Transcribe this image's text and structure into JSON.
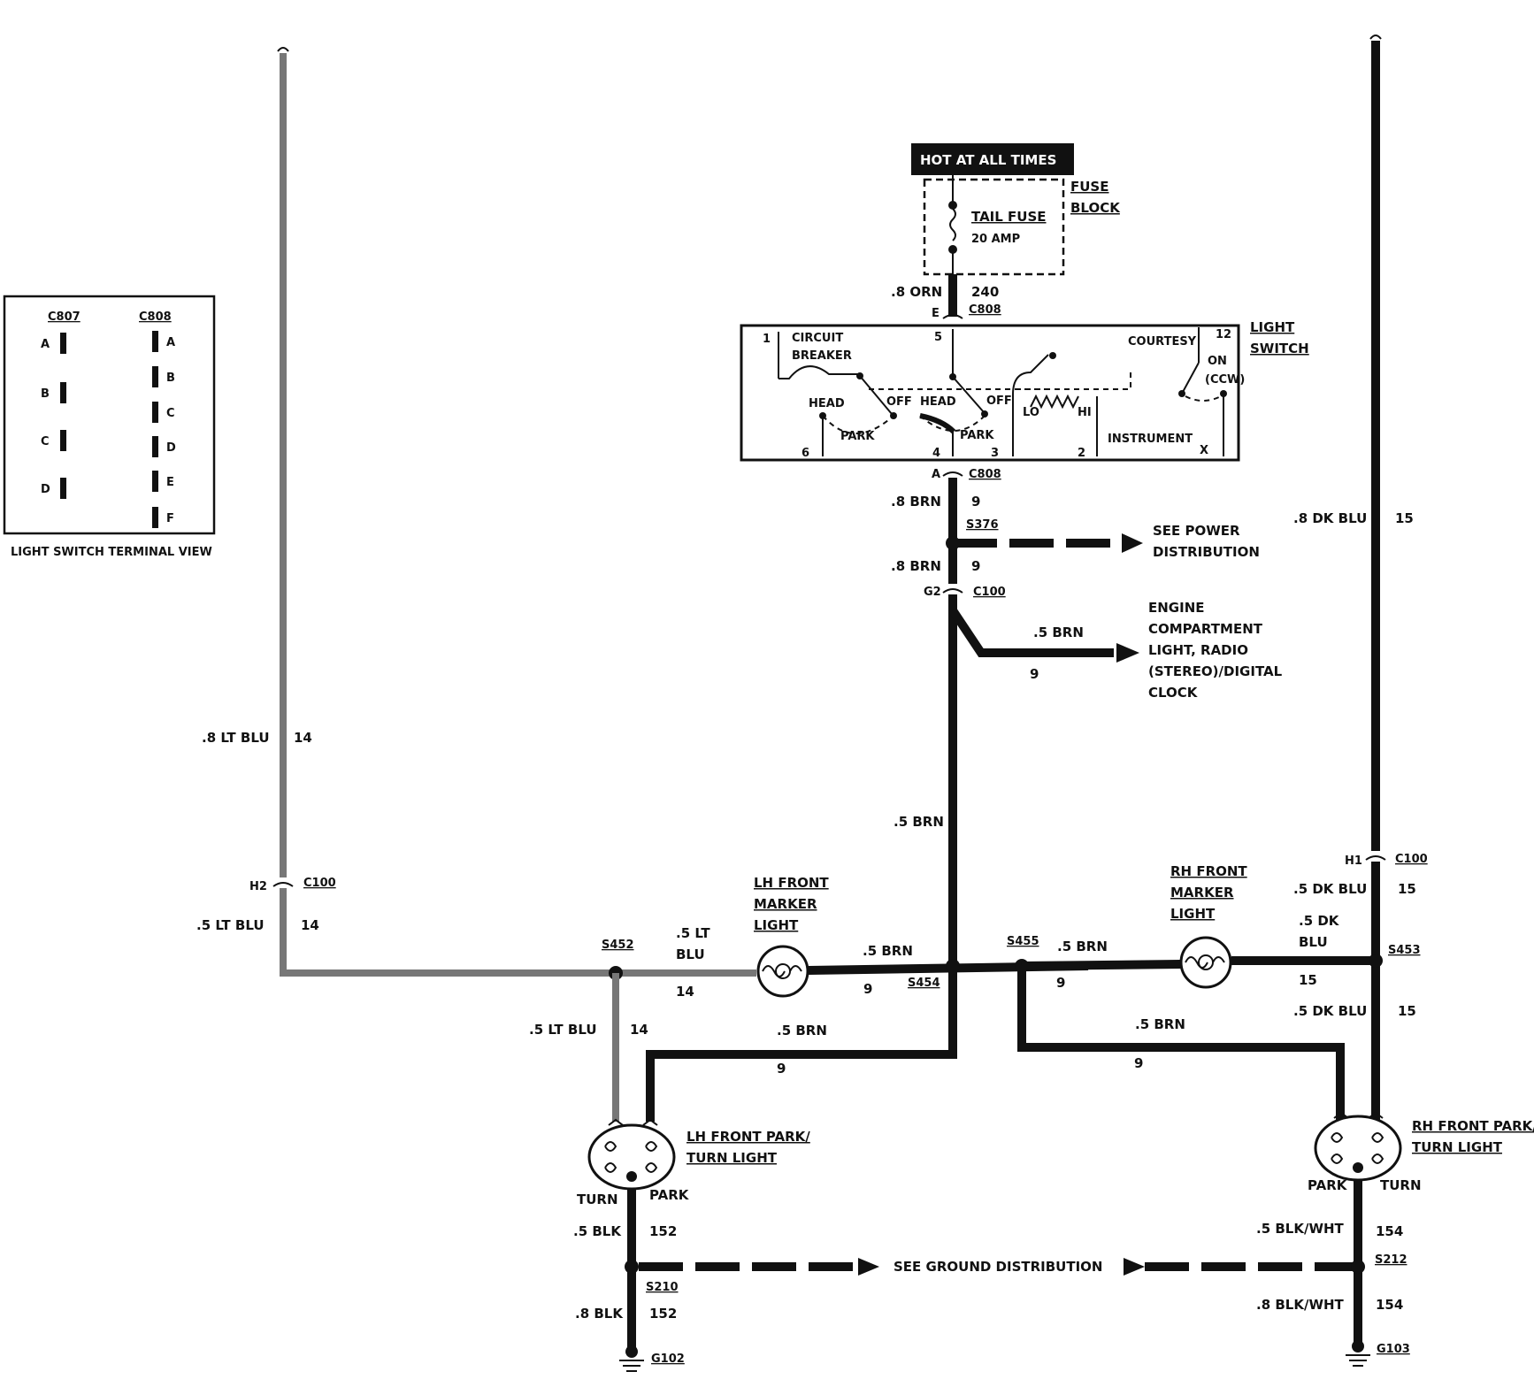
{
  "header": {
    "hot_at_all_times": "HOT AT ALL TIMES"
  },
  "fuse_block": {
    "title_line1": "FUSE",
    "title_line2": "BLOCK",
    "fuse_name": "TAIL FUSE",
    "fuse_rating": "20 AMP"
  },
  "light_switch": {
    "title_line1": "LIGHT",
    "title_line2": "SWITCH",
    "circuit_breaker_line1": "CIRCUIT",
    "circuit_breaker_line2": "BREAKER",
    "courtesy": "COURTESY",
    "on": "ON",
    "ccw": "(CCW)",
    "head_left": "HEAD",
    "off_left": "OFF",
    "head_mid": "HEAD",
    "off_mid": "OFF",
    "park_left": "PARK",
    "park_mid": "PARK",
    "lo": "LO",
    "hi": "HI",
    "instrument": "INSTRUMENT",
    "pin_1": "1",
    "pin_5": "5",
    "pin_12": "12",
    "pin_6": "6",
    "pin_4": "4",
    "pin_3": "3",
    "pin_2": "2",
    "pin_x": "X"
  },
  "terminal_view": {
    "c807": "C807",
    "c808": "C808",
    "c807_pins": [
      "A",
      "B",
      "C",
      "D"
    ],
    "c808_pins": [
      "A",
      "B",
      "C",
      "D",
      "E",
      "F"
    ],
    "caption": "LIGHT SWITCH TERMINAL VIEW"
  },
  "wires": {
    "w240_size": ".8 ORN",
    "w240_num": "240",
    "e_pin": "E",
    "c808_top": "C808",
    "a_pin": "A",
    "c808_bottom": "C808",
    "brn_a_size": ".8 BRN",
    "brn_a_num": "9",
    "s376": "S376",
    "see_power_line1": "SEE POWER",
    "see_power_line2": "DISTRIBUTION",
    "brn_b_size": ".8 BRN",
    "brn_b_num": "9",
    "g2_pin": "G2",
    "c100_center": "C100",
    "engine_size": ".5 BRN",
    "engine_num": "9",
    "engine_line1": "ENGINE",
    "engine_line2": "COMPARTMENT",
    "engine_line3": "LIGHT, RADIO",
    "engine_line4": "(STEREO)/DIGITAL",
    "engine_line5": "CLOCK",
    "center_brn_size": ".5 BRN",
    "lt_blu_upper_size": ".8 LT BLU",
    "lt_blu_upper_num": "14",
    "h2_pin": "H2",
    "c100_left": "C100",
    "lt_blu_lower_size": ".5 LT BLU",
    "lt_blu_lower_num": "14",
    "dk_blu_upper_size": ".8 DK BLU",
    "dk_blu_upper_num": "15",
    "h1_pin": "H1",
    "c100_right": "C100",
    "dk_blu_mid_size": ".5 DK BLU",
    "dk_blu_mid_num": "15"
  },
  "front_row": {
    "s452": "S452",
    "lt_blu_h_size_l1": ".5 LT",
    "lt_blu_h_size_l2": "BLU",
    "lt_blu_h_num": "14",
    "lh_marker_line1": "LH FRONT",
    "lh_marker_line2": "MARKER",
    "lh_marker_line3": "LIGHT",
    "brn_lh_size": ".5 BRN",
    "brn_lh_num": "9",
    "s454": "S454",
    "s455": "S455",
    "brn_rh_size": ".5 BRN",
    "brn_rh_num": "9",
    "rh_marker_line1": "RH FRONT",
    "rh_marker_line2": "MARKER",
    "rh_marker_line3": "LIGHT",
    "dk_blu_h_size_l1": ".5 DK",
    "dk_blu_h_size_l2": "BLU",
    "dk_blu_h_num": "15",
    "s453": "S453",
    "lt_blu_down_size": ".5 LT BLU",
    "lt_blu_down_num": "14",
    "brn_lh_down_size": ".5 BRN",
    "brn_lh_down_num": "9",
    "brn_rh_down_size": ".5 BRN",
    "brn_rh_down_num": "9",
    "dk_blu_down_size": ".5 DK BLU",
    "dk_blu_down_num": "15"
  },
  "park_turn": {
    "lh_line1": "LH FRONT PARK/",
    "lh_line2": "TURN LIGHT",
    "lh_turn": "TURN",
    "lh_park": "PARK",
    "rh_line1": "RH FRONT PARK/",
    "rh_line2": "TURN LIGHT",
    "rh_park": "PARK",
    "rh_turn": "TURN"
  },
  "ground": {
    "lh_blk_size": ".5 BLK",
    "lh_blk_num": "152",
    "s210": "S210",
    "lh_blk2_size": ".8 BLK",
    "lh_blk2_num": "152",
    "g102": "G102",
    "see_ground": "SEE GROUND DISTRIBUTION",
    "rh_blk_size": ".5 BLK/WHT",
    "rh_blk_num": "154",
    "s212": "S212",
    "rh_blk2_size": ".8 BLK/WHT",
    "rh_blk2_num": "154",
    "g103": "G103"
  }
}
